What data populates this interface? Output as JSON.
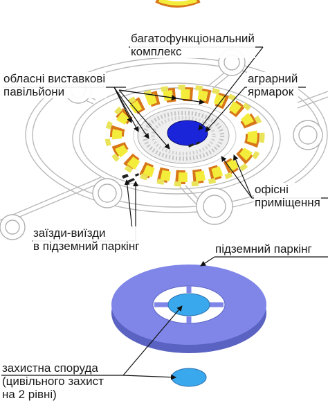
{
  "labels": {
    "multifunctional_complex": [
      "багатофункціональний",
      "комплекс"
    ],
    "regional_pavilions": [
      "обласні виставкові",
      "павільйони"
    ],
    "agrarian_fair": [
      "аграрний",
      "ярмарок"
    ],
    "office_premises": [
      "офісні",
      "приміщення"
    ],
    "parking_entrances": [
      "заїзди-виїзди",
      "в підземний паркінг"
    ],
    "underground_parking": "підземний паркінг",
    "shelter": [
      "захистна споруда",
      "(цивільного захист",
      "на 2 рівні)"
    ]
  },
  "colors": {
    "pavilion_yellow": "#f4ec3a",
    "pavilion_orange": "#d8761a",
    "core_blue": "#1a24d8",
    "parking_blue": "#7f86e8",
    "shelter_blue": "#39a8ec",
    "road_gray": "#bdbdbd"
  }
}
